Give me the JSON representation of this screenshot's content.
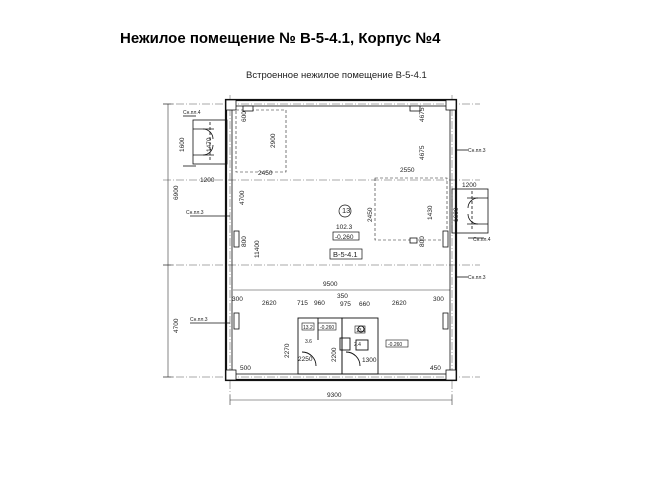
{
  "title": "Нежилое помещение № В-5-4.1, Корпус №4",
  "plan": {
    "subtitle": "Встроенное нежилое помещение В-5-4.1",
    "room_label": "В-5-4.1",
    "room_number": "13",
    "room_area": "102.3",
    "room_level": "-0.260",
    "section_label": "Сн.пл.3",
    "section_label_alt": "Сн.пл.4",
    "wc1": {
      "number": "13.2",
      "area": "3.6",
      "level": "-0.260"
    },
    "wc2": {
      "number": "13.1",
      "area": "2.4",
      "level": "-0.260"
    },
    "dimensions": {
      "overall_width_inner": "9500",
      "overall_width_outer": "9300",
      "left_total_top": "6900",
      "left_total_bottom": "4700",
      "height_mid": "11400",
      "d4700": "4700",
      "d2900": "2900",
      "d2450_a": "2450",
      "d2450_b": "2450",
      "d2550": "2550",
      "d4675": "4675",
      "d1600": "1600",
      "d1470": "1470",
      "d1200_a": "1200",
      "d1200_b": "1200",
      "d1430": "1430",
      "d900": "900",
      "d800": "800",
      "d600": "600",
      "d300_a": "300",
      "d300_b": "300",
      "d2620_a": "2620",
      "d2620_b": "2620",
      "d715": "715",
      "d960": "960",
      "d975": "975",
      "d660": "660",
      "d350": "350",
      "d2270": "2270",
      "d2250": "2250",
      "d2200": "2200",
      "d1300": "1300",
      "d500": "500",
      "d450": "450",
      "d1200_c": "1200"
    }
  }
}
